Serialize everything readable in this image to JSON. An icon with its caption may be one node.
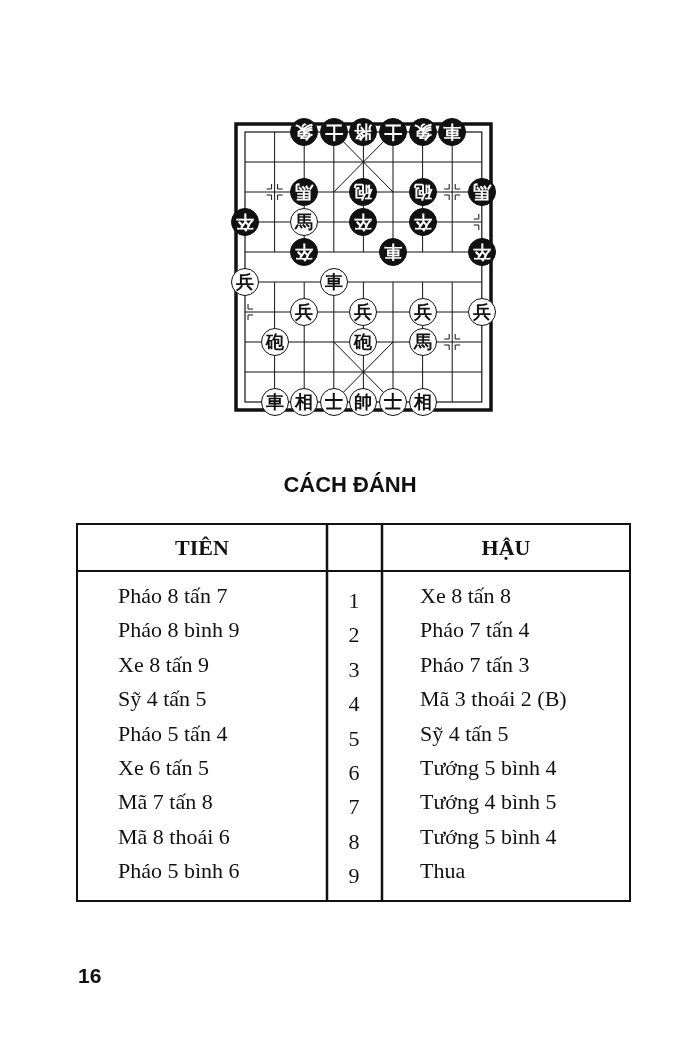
{
  "diagram": {
    "title": "CÁCH ĐÁNH",
    "nodes": [
      {
        "text": [
          "象"
        ]
      },
      {
        "text": [
          "士"
        ]
      },
      {
        "text": [
          "將"
        ]
      },
      {
        "text": [
          "士"
        ]
      },
      {
        "text": [
          "象"
        ]
      },
      {
        "text": [
          "車"
        ]
      },
      {
        "text": [
          "馬"
        ]
      },
      {
        "text": [
          "砲"
        ]
      },
      {
        "text": [
          "砲"
        ]
      },
      {
        "text": [
          "馬"
        ]
      },
      {
        "text": [
          "卒"
        ]
      },
      {
        "text": [
          "馬"
        ]
      },
      {
        "text": [
          "卒"
        ]
      },
      {
        "text": [
          "卒"
        ]
      },
      {
        "text": [
          "卒"
        ]
      },
      {
        "text": [
          "車"
        ]
      },
      {
        "text": [
          "卒"
        ]
      },
      {
        "text": [
          "兵"
        ]
      },
      {
        "text": [
          "車"
        ]
      },
      {
        "text": [
          "兵"
        ]
      },
      {
        "text": [
          "兵"
        ]
      },
      {
        "text": [
          "兵"
        ]
      },
      {
        "text": [
          "兵"
        ]
      },
      {
        "text": [
          "砲"
        ]
      },
      {
        "text": [
          "砲"
        ]
      },
      {
        "text": [
          "馬"
        ]
      },
      {
        "text": [
          "車"
        ]
      },
      {
        "text": [
          "相"
        ]
      },
      {
        "text": [
          "士"
        ]
      },
      {
        "text": [
          "帥"
        ]
      },
      {
        "text": [
          "士"
        ]
      },
      {
        "text": [
          "相"
        ]
      }
    ],
    "labels": [
      "TIÊN",
      "HẬU",
      "Pháo 8 tấn 7",
      "1",
      "Xe 8 tấn 8",
      "Pháo 8 bình 9",
      "2",
      "Pháo 7 tấn 4",
      "Xe 8 tấn 9",
      "3",
      "Pháo 7 tấn 3",
      "Sỹ 4 tấn 5",
      "4",
      "Mã 3 thoái 2 (B)",
      "Pháo 5 tấn 4",
      "5",
      "Sỹ 4 tấn 5",
      "Xe 6 tấn 5",
      "6",
      "Tướng 5 bình 4",
      "Mã 7 tấn 8",
      "7",
      "Tướng 4 bình 5",
      "Mã 8 thoái 6",
      "8",
      "Tướng 5 bình 4",
      "Pháo 5 bình 6",
      "9",
      "Thua",
      "16"
    ]
  }
}
